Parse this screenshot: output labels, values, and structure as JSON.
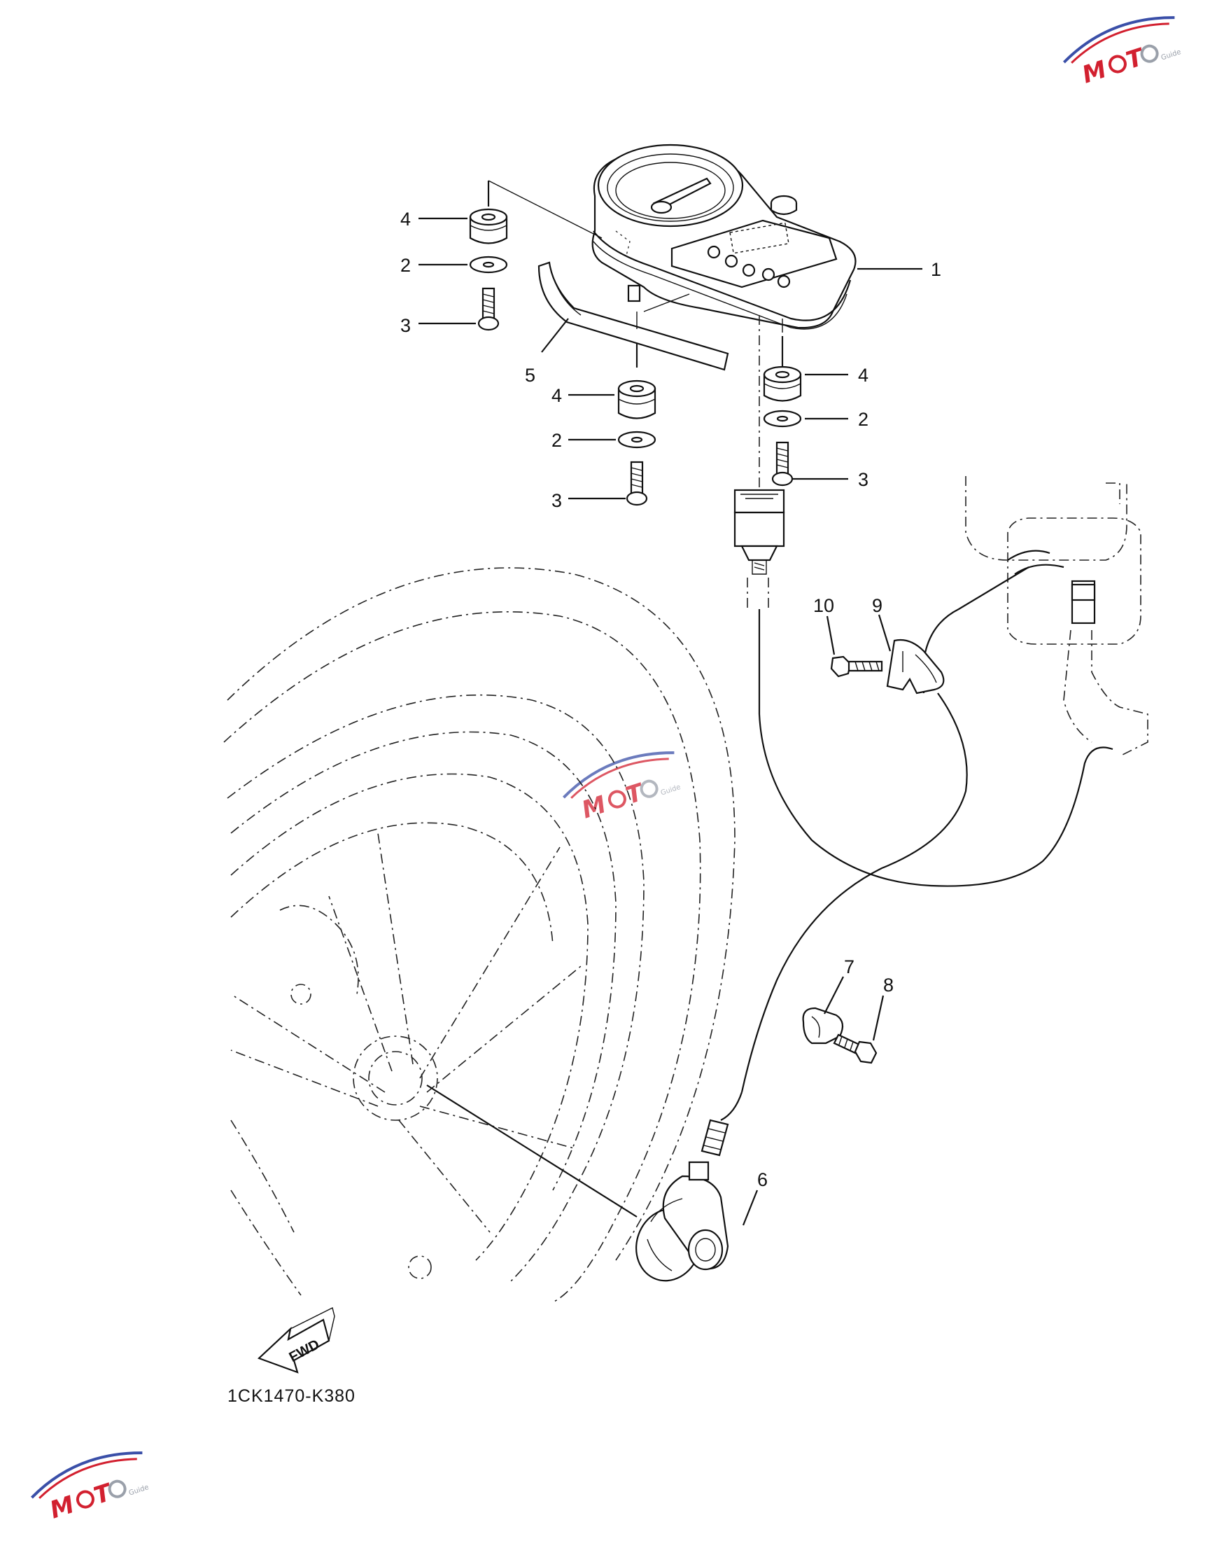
{
  "diagram": {
    "drawing_code": "1CK1470-K380",
    "direction_arrow": "FWD",
    "watermark": {
      "text": "MOTO",
      "subtext": "Guide",
      "color_red": "#d2202f",
      "color_blue": "#3a4fa8"
    },
    "callouts": {
      "c1": "1",
      "c2a": "2",
      "c2b": "2",
      "c2c": "2",
      "c3a": "3",
      "c3b": "3",
      "c3c": "3",
      "c4a": "4",
      "c4b": "4",
      "c4c": "4",
      "c5": "5",
      "c6": "6",
      "c7": "7",
      "c8": "8",
      "c9": "9",
      "c10": "10"
    }
  }
}
